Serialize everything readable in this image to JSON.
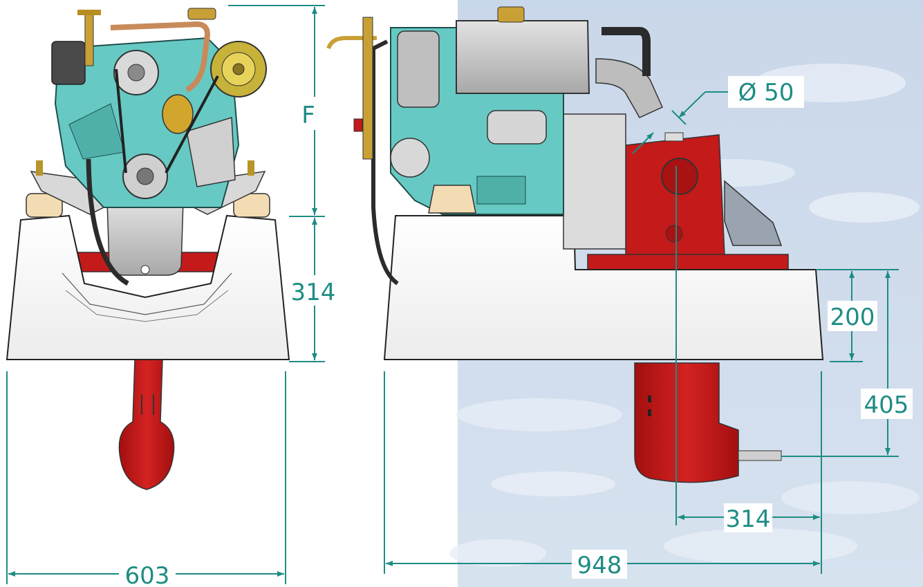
{
  "colors": {
    "dimension": "#1e8c84",
    "engine_block": "#67c9c3",
    "gearbox_red": "#c41a1a",
    "sky": "#c7d6ea",
    "bed_white": "#f7f7f7"
  },
  "dimensions": {
    "front_width": "603",
    "front_height_lower": "314",
    "front_height_upper": "F",
    "side_length": "948",
    "side_shaft_offset": "314",
    "side_bed_height": "200",
    "side_shaft_drop": "405",
    "exhaust_diameter": "Ø 50"
  },
  "icons": {
    "front_view": "marine-engine-front-view",
    "side_view": "marine-engine-side-view"
  }
}
